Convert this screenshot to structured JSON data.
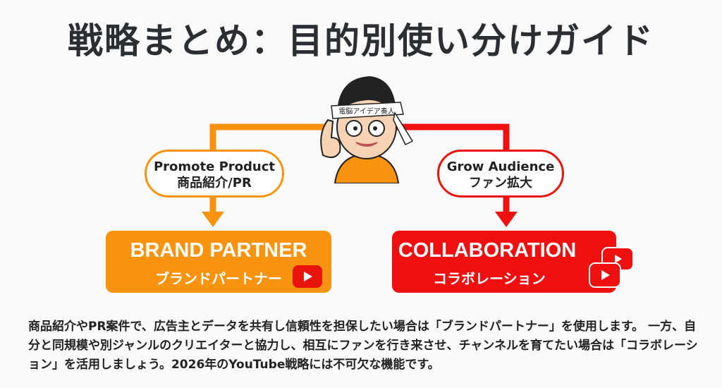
{
  "title": "戦略まとめ：目的別使い分けガイド",
  "avatar": {
    "headband_text": "電脳アイデア奏人"
  },
  "colors": {
    "orange": "#f7930f",
    "red": "#ee1010",
    "youtube_red": "#e8140c"
  },
  "left": {
    "bubble_en": "Promote Product",
    "bubble_jp": "商品紹介/PR",
    "box_en": "BRAND PARTNER",
    "box_jp": "ブランドパートナー",
    "icon": "youtube-play-icon"
  },
  "right": {
    "bubble_en": "Grow Audience",
    "bubble_jp": "ファン拡大",
    "box_en": "COLLABORATION",
    "box_jp": "コラボレーション",
    "icon": "youtube-double-play-icon"
  },
  "description": "商品紹介やPR案件で、広告主とデータを共有し信頼性を担保したい場合は「ブランドパートナー」を使用します。 一方、自分と同規模や別ジャンルのクリエイターと協力し、相互にファンを行き来させ、チャンネルを育てたい場合は「コラボレーション」を活用しましょう。2026年のYouTube戦略には不可欠な機能です。"
}
